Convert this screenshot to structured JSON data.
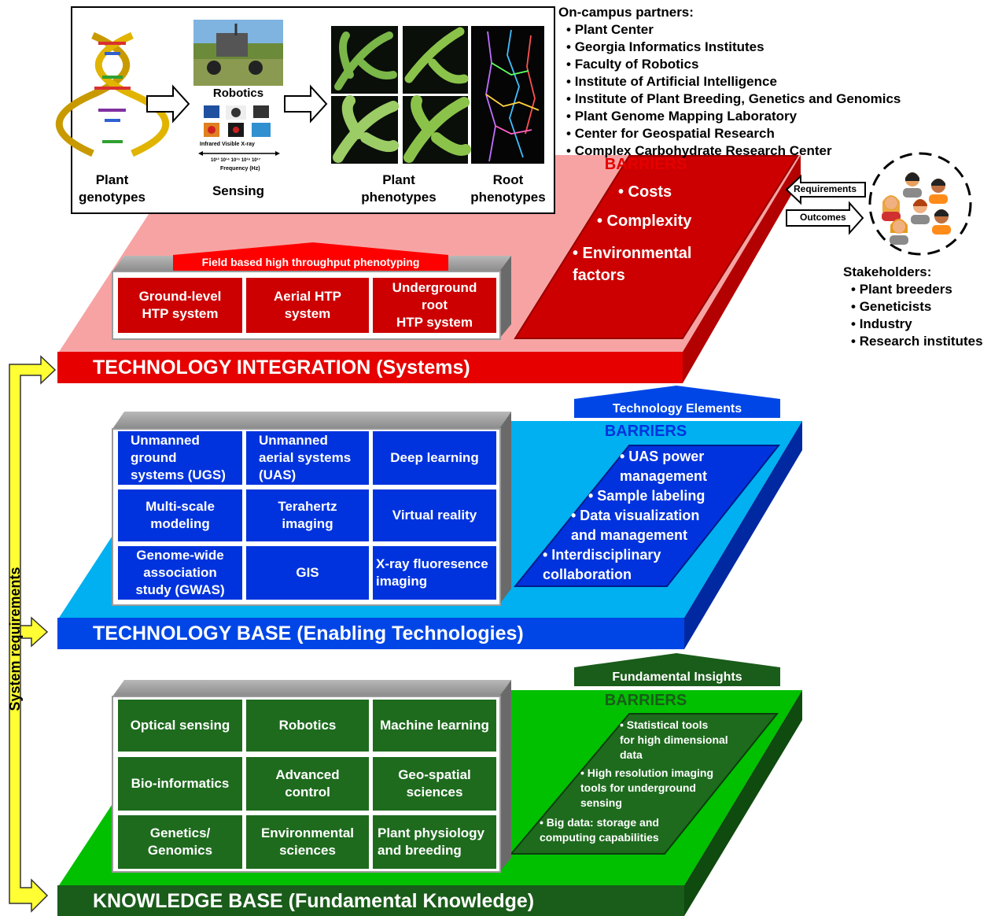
{
  "figure": {
    "labels": {
      "plant_genotypes": "Plant\ngenotypes",
      "robotics": "Robotics",
      "sensing": "Sensing",
      "infrared": "Infrared",
      "visible": "Visible",
      "xray": "X-ray",
      "frequency": "Frequency (Hz)",
      "ticks": [
        "10¹³",
        "10¹⁴",
        "10¹⁵",
        "10¹⁶",
        "10¹⁷"
      ],
      "plant_phenotypes": "Plant\nphenotypes",
      "root_phenotypes": "Root\nphenotypes"
    }
  },
  "partners": {
    "title": "On-campus partners:",
    "items": [
      "Plant Center",
      "Georgia Informatics Institutes",
      "Faculty of Robotics",
      "Institute of Artificial Intelligence",
      "Institute of Plant Breeding, Genetics and Genomics",
      "Plant Genome Mapping Laboratory",
      "Center for Geospatial Research",
      "Complex Carbohydrate Research Center"
    ]
  },
  "stakeholders": {
    "title": "Stakeholders:",
    "items": [
      "Plant breeders",
      "Geneticists",
      "Industry",
      "Research institutes"
    ],
    "requirements_label": "Requirements",
    "outcomes_label": "Outcomes"
  },
  "side_label": "System requirements",
  "integration": {
    "band": "TECHNOLOGY INTEGRATION (Systems)",
    "header": "Field based high throughput phenotyping",
    "cells": [
      "Ground-level\nHTP system",
      "Aerial HTP system",
      "Underground root\nHTP system"
    ],
    "barriers_title": "BARRIERS",
    "barriers": [
      "• Costs",
      "• Complexity",
      "• Environmental\n    factors"
    ],
    "colors": {
      "slab": "#f7a3a3",
      "dark": "#e60000",
      "box": "#cc0000"
    }
  },
  "tech_base": {
    "band": "TECHNOLOGY BASE (Enabling Technologies)",
    "header": "Technology Elements",
    "cells": [
      "Unmanned\nground\nsystems (UGS)",
      "Unmanned\naerial systems\n(UAS)",
      "Deep learning",
      "Multi-scale\nmodeling",
      "Terahertz\nimaging",
      "Virtual reality",
      "Genome-wide\nassociation\nstudy (GWAS)",
      "GIS",
      "X-ray fluoresence\nimaging"
    ],
    "barriers_title": "BARRIERS",
    "barriers": [
      "• UAS power\n   management",
      "• Sample labeling",
      "• Data visualization\n   and management",
      "• Interdisciplinary\n   collaboration"
    ],
    "colors": {
      "slab": "#00b0f0",
      "dark": "#0046e6",
      "box": "#0033dd"
    }
  },
  "knowledge": {
    "band": "KNOWLEDGE BASE (Fundamental Knowledge)",
    "header": "Fundamental Insights",
    "cells": [
      "Optical sensing",
      "Robotics",
      "Machine learning",
      "Bio-informatics",
      "Advanced\ncontrol",
      "Geo-spatial\nsciences",
      "Genetics/\nGenomics",
      "Environmental\nsciences",
      "Plant physiology\nand breeding"
    ],
    "barriers_title": "BARRIERS",
    "barriers": [
      "• Statistical tools\n   for high dimensional\n   data",
      "• High resolution imaging\n   tools for underground\n   sensing",
      "• Big data: storage and\n   computing capabilities"
    ],
    "colors": {
      "slab": "#00c000",
      "dark": "#1a5c1a",
      "box": "#1e6b1e"
    }
  }
}
